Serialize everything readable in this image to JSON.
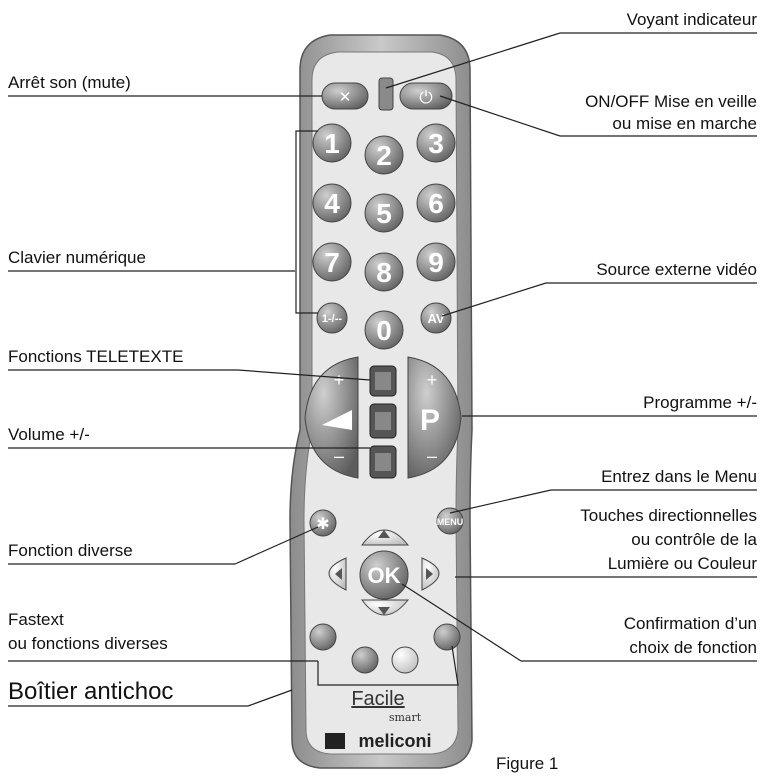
{
  "labels": {
    "voyant": "Voyant indicateur",
    "mute": "Arrêt son (mute)",
    "onoff_1": "ON/OFF Mise en veille",
    "onoff_2": "ou mise en marche",
    "clavier": "Clavier numérique",
    "source": "Source externe vidéo",
    "teletexte": "Fonctions TELETEXTE",
    "programme": "Programme +/-",
    "volume": "Volume +/-",
    "menu": "Entrez dans le Menu",
    "touches_1": "Touches directionnelles",
    "touches_2": "ou contrôle de la",
    "touches_3": "Lumière ou Couleur",
    "diverse": "Fonction diverse",
    "confirm_1": "Confirmation d’un",
    "confirm_2": "choix de fonction",
    "fastext_1": "Fastext",
    "fastext_2": "ou fonctions diverses",
    "boitier": "Boîtier antichoc"
  },
  "figure_caption": "Figure 1",
  "remote": {
    "digits": [
      "1",
      "2",
      "3",
      "4",
      "5",
      "6",
      "7",
      "8",
      "9",
      "1-/--",
      "0",
      "AV"
    ],
    "ok": "OK",
    "menu_key": "MENU",
    "plus": "+",
    "minus": "–",
    "program_letter": "P",
    "brand": "meliconi",
    "model_1": "Facile",
    "model_2": "smart"
  },
  "colors": {
    "line": "#222222",
    "shell": "#9a9a9a",
    "face": "#e6e6e6",
    "button_dark": "#6e6e6e",
    "button_light": "#f2f2f2"
  }
}
